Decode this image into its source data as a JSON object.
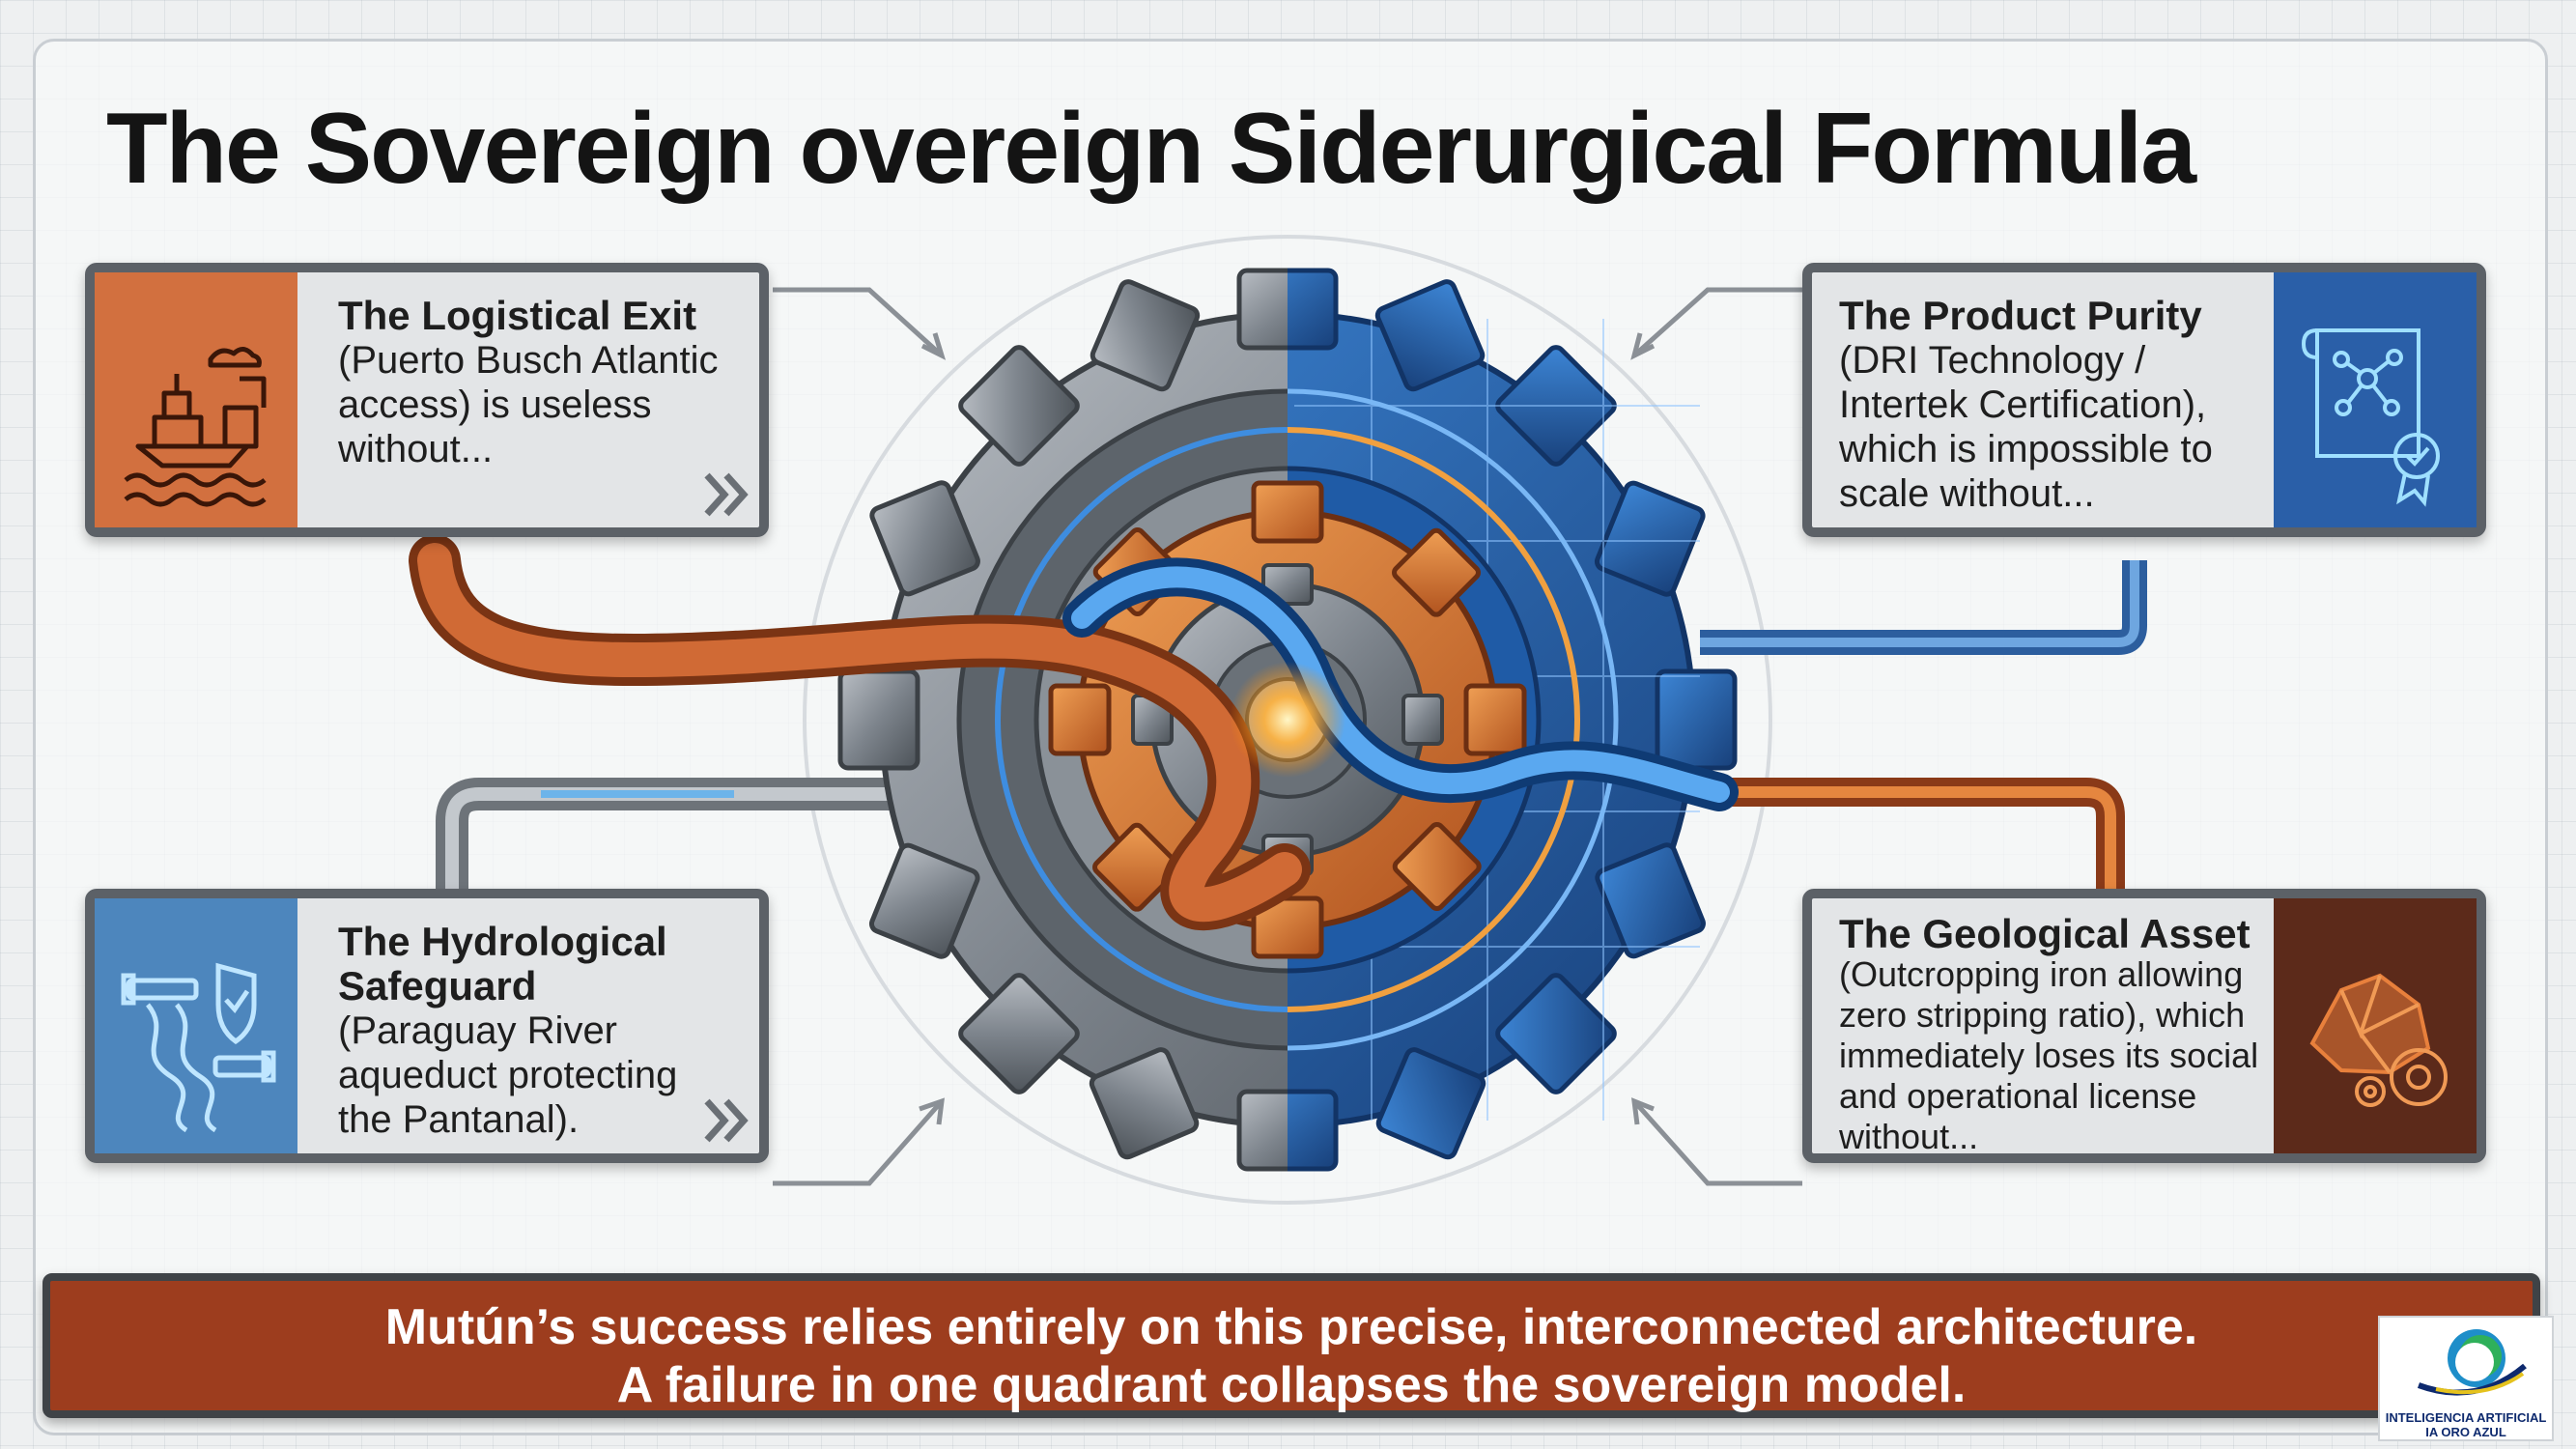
{
  "title": "The Sovereign overeign Siderurgical Formula",
  "quadrants": {
    "logistical": {
      "title": "The Logistical Exit",
      "body": "(Puerto Busch Atlantic access) is useless without...",
      "icon": "ship-port-icon",
      "color": "#d2703f"
    },
    "product": {
      "title": "The Product Purity",
      "body": "(DRI Technology / Intertek Certification), which is impossible to scale without...",
      "icon": "certificate-molecule-icon",
      "color": "#2a5fa8"
    },
    "hydrological": {
      "title": "The Hydrological Safeguard",
      "body": "(Paraguay River aqueduct protecting the Pantanal).",
      "icon": "river-shield-icon",
      "color": "#4d86bd"
    },
    "geological": {
      "title": "The Geological Asset",
      "body": "(Outcropping iron allowing zero stripping ratio), which immediately loses its social and operational license without...",
      "icon": "ore-gear-icon",
      "color": "#5c2a1a"
    }
  },
  "banner": {
    "line1": "Mutún’s success relies entirely on this precise, interconnected architecture.",
    "line2": "A failure in one quadrant collapses the sovereign model."
  },
  "logo": {
    "line1": "INTELIGENCIA ARTIFICIAL",
    "line2": "IA ORO AZUL"
  }
}
